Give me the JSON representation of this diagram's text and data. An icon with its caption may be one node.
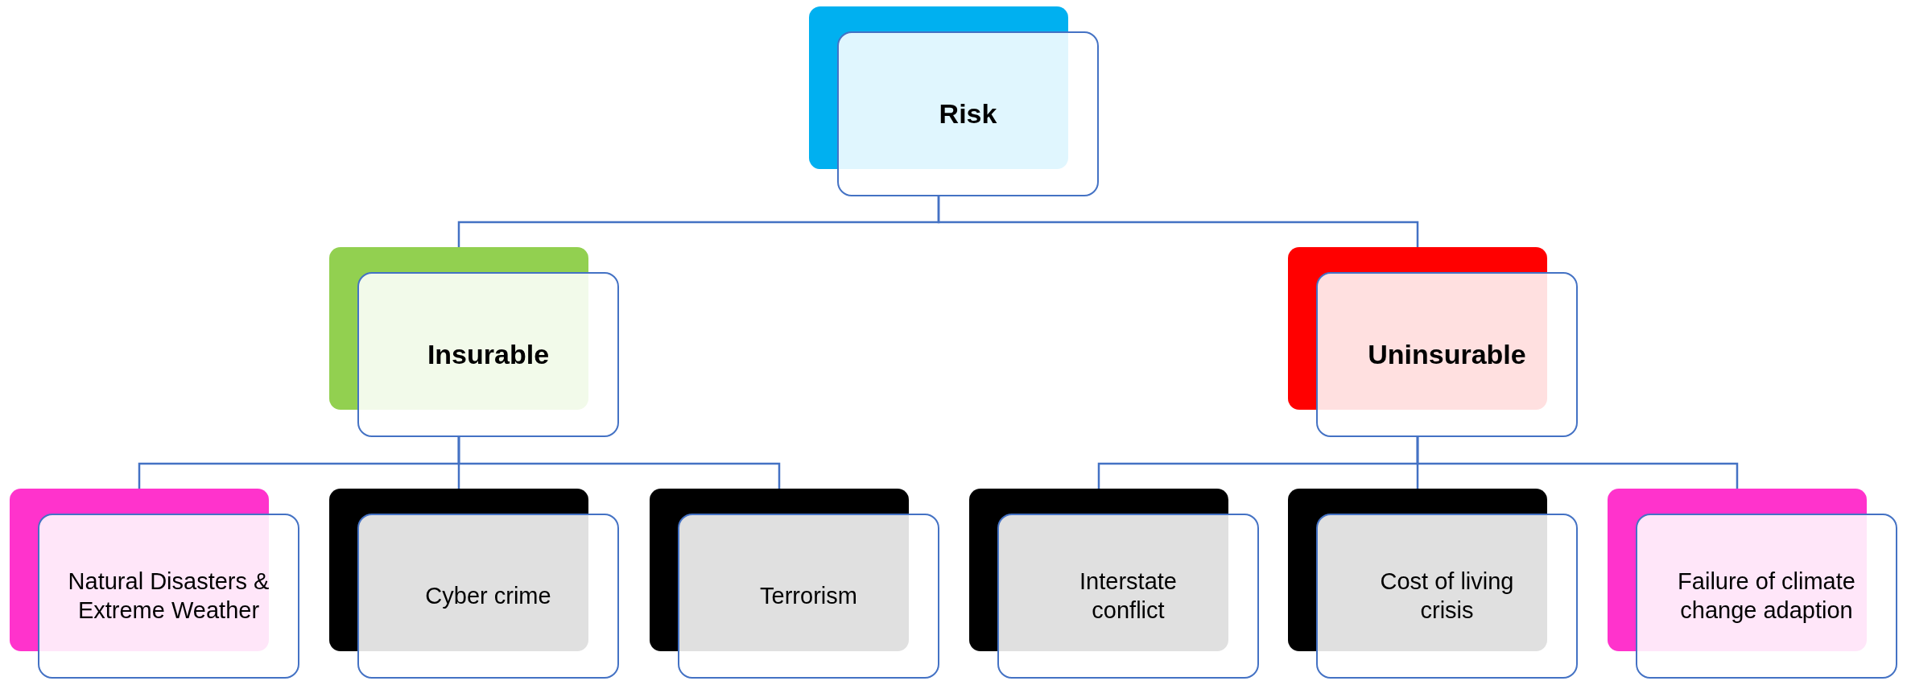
{
  "diagram": {
    "nodes": [
      {
        "text": [
          "Risk"
        ]
      },
      {
        "text": [
          "Insurable"
        ]
      },
      {
        "text": [
          "Uninsurable"
        ]
      },
      {
        "text": [
          "Natural Disasters & Extreme Weather"
        ]
      },
      {
        "text": [
          "Cyber crime"
        ]
      },
      {
        "text": [
          "Terrorism"
        ]
      },
      {
        "text": [
          "Interstate conflict"
        ]
      },
      {
        "text": [
          "Cost of living crisis"
        ]
      },
      {
        "text": [
          "Failure of climate change adaption"
        ]
      }
    ],
    "edges": [
      {
        "from": 0,
        "to": 1,
        "arrow": "none"
      },
      {
        "from": 0,
        "to": 2,
        "arrow": "none"
      },
      {
        "from": 1,
        "to": 3,
        "arrow": "none"
      },
      {
        "from": 1,
        "to": 4,
        "arrow": "none"
      },
      {
        "from": 1,
        "to": 5,
        "arrow": "none"
      },
      {
        "from": 2,
        "to": 6,
        "arrow": "none"
      },
      {
        "from": 2,
        "to": 7,
        "arrow": "none"
      },
      {
        "from": 2,
        "to": 8,
        "arrow": "none"
      }
    ]
  }
}
